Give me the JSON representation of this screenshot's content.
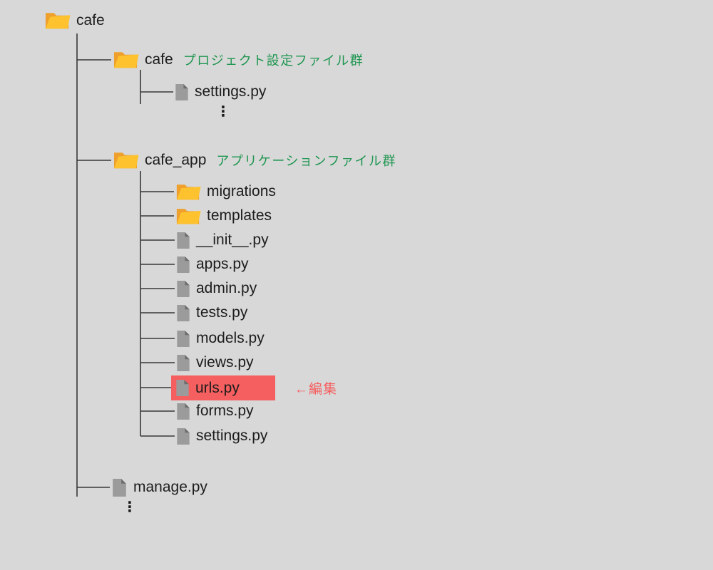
{
  "colors": {
    "background": "#D8D8D8",
    "line": "#383838",
    "text": "#1C1C1C",
    "annotation_green": "#1E9650",
    "highlight_red": "#F55F5F",
    "folder_back": "#EFA02C",
    "folder_front": "#FEC22E",
    "file_body": "#9B9B9B",
    "file_fold": "#6E6E6E"
  },
  "tree": {
    "root": {
      "label": "cafe",
      "type": "folder"
    },
    "children": [
      {
        "label": "cafe",
        "type": "folder",
        "annotation": "プロジェクト設定ファイル群",
        "children": [
          {
            "label": "settings.py",
            "type": "file"
          }
        ],
        "ellipsis": "⋮"
      },
      {
        "label": "cafe_app",
        "type": "folder",
        "annotation": "アプリケーションファイル群",
        "children": [
          {
            "label": "migrations",
            "type": "folder"
          },
          {
            "label": "templates",
            "type": "folder"
          },
          {
            "label": "__init__.py",
            "type": "file"
          },
          {
            "label": "apps.py",
            "type": "file"
          },
          {
            "label": "admin.py",
            "type": "file"
          },
          {
            "label": "tests.py",
            "type": "file"
          },
          {
            "label": "models.py",
            "type": "file"
          },
          {
            "label": "views.py",
            "type": "file"
          },
          {
            "label": "urls.py",
            "type": "file",
            "highlighted": true,
            "note": "←編集"
          },
          {
            "label": "forms.py",
            "type": "file"
          },
          {
            "label": "settings.py",
            "type": "file"
          }
        ]
      },
      {
        "label": "manage.py",
        "type": "file"
      }
    ],
    "ellipsis": "⋮"
  }
}
